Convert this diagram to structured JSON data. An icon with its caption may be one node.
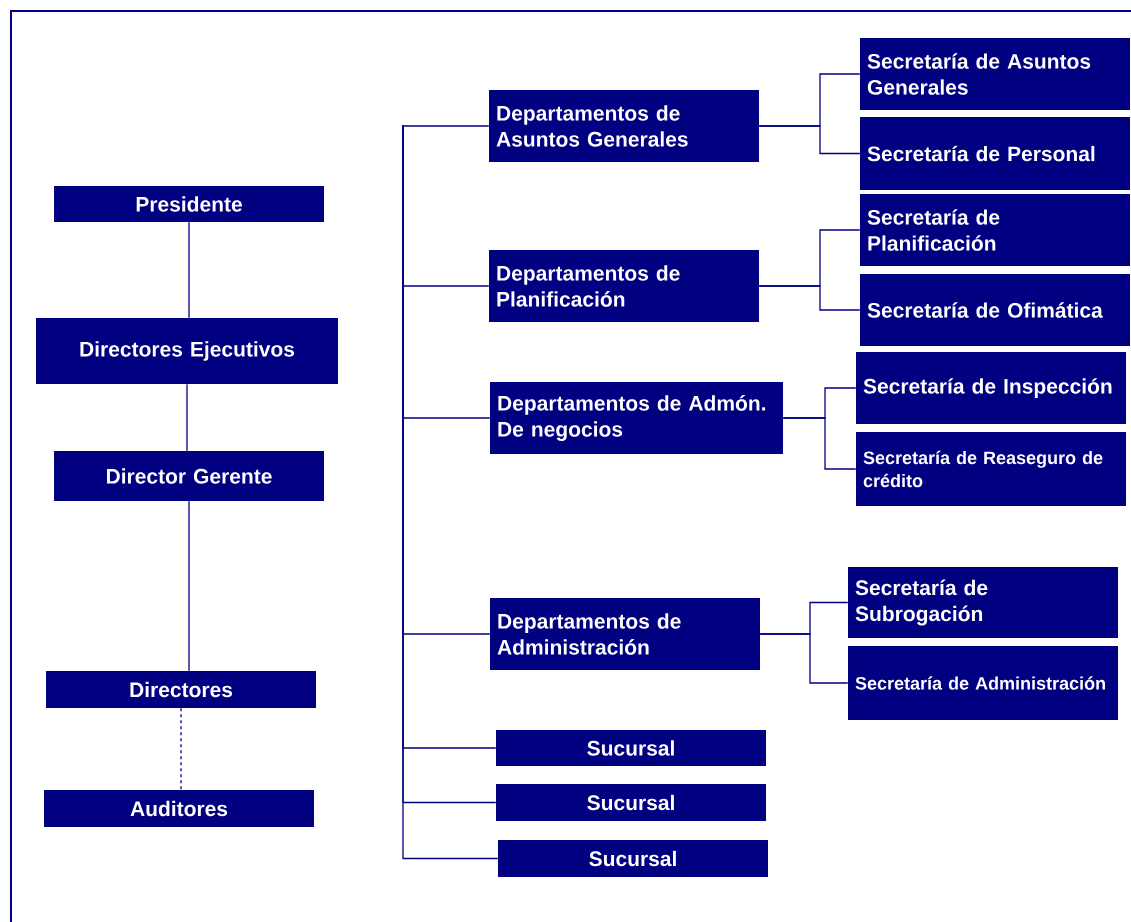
{
  "diagram": {
    "nodes": [
      {
        "text": [
          "Presidente"
        ]
      },
      {
        "text": [
          "Directores Ejecutivos"
        ]
      },
      {
        "text": [
          "Director Gerente"
        ]
      },
      {
        "text": [
          "Directores"
        ]
      },
      {
        "text": [
          "Auditores"
        ]
      },
      {
        "text": [
          "Departamentos de Asuntos Generales"
        ]
      },
      {
        "text": [
          "Secretaría de Asuntos Generales"
        ]
      },
      {
        "text": [
          "Secretaría de Personal"
        ]
      },
      {
        "text": [
          "Departamentos de Planificación"
        ]
      },
      {
        "text": [
          "Secretaría de Planificación"
        ]
      },
      {
        "text": [
          "Secretaría de Ofimática"
        ]
      },
      {
        "text": [
          "Departamentos de Admón. De negocios"
        ]
      },
      {
        "text": [
          "Secretaría de Inspección"
        ]
      },
      {
        "text": [
          "Secretaría de Reaseguro de crédito"
        ]
      },
      {
        "text": [
          "Departamentos de Administración"
        ]
      },
      {
        "text": [
          "Secretaría de Subrogación"
        ]
      },
      {
        "text": [
          "Secretaría de Administración"
        ]
      },
      {
        "text": [
          "Sucursal"
        ]
      },
      {
        "text": [
          "Sucursal"
        ]
      },
      {
        "text": [
          "Sucursal"
        ]
      }
    ],
    "edges": [
      {
        "from": 0,
        "to": 1,
        "arrow": "none"
      },
      {
        "from": 1,
        "to": 2,
        "arrow": "none"
      },
      {
        "from": 2,
        "to": 3,
        "arrow": "none"
      },
      {
        "from": 3,
        "to": 4,
        "arrow": "none",
        "style": "dashed"
      },
      {
        "from": null,
        "to": 5,
        "arrow": "none"
      },
      {
        "from": null,
        "to": 8,
        "arrow": "none"
      },
      {
        "from": null,
        "to": 11,
        "arrow": "none"
      },
      {
        "from": null,
        "to": 14,
        "arrow": "none"
      },
      {
        "from": null,
        "to": 17,
        "arrow": "none"
      },
      {
        "from": null,
        "to": 18,
        "arrow": "none"
      },
      {
        "from": null,
        "to": 19,
        "arrow": "none"
      },
      {
        "from": 5,
        "to": 6,
        "arrow": "none"
      },
      {
        "from": 5,
        "to": 7,
        "arrow": "none"
      },
      {
        "from": 8,
        "to": 9,
        "arrow": "none"
      },
      {
        "from": 8,
        "to": 10,
        "arrow": "none"
      },
      {
        "from": 11,
        "to": 12,
        "arrow": "none"
      },
      {
        "from": 11,
        "to": 13,
        "arrow": "none"
      },
      {
        "from": 14,
        "to": 15,
        "arrow": "none"
      },
      {
        "from": 14,
        "to": 16,
        "arrow": "none"
      }
    ]
  }
}
